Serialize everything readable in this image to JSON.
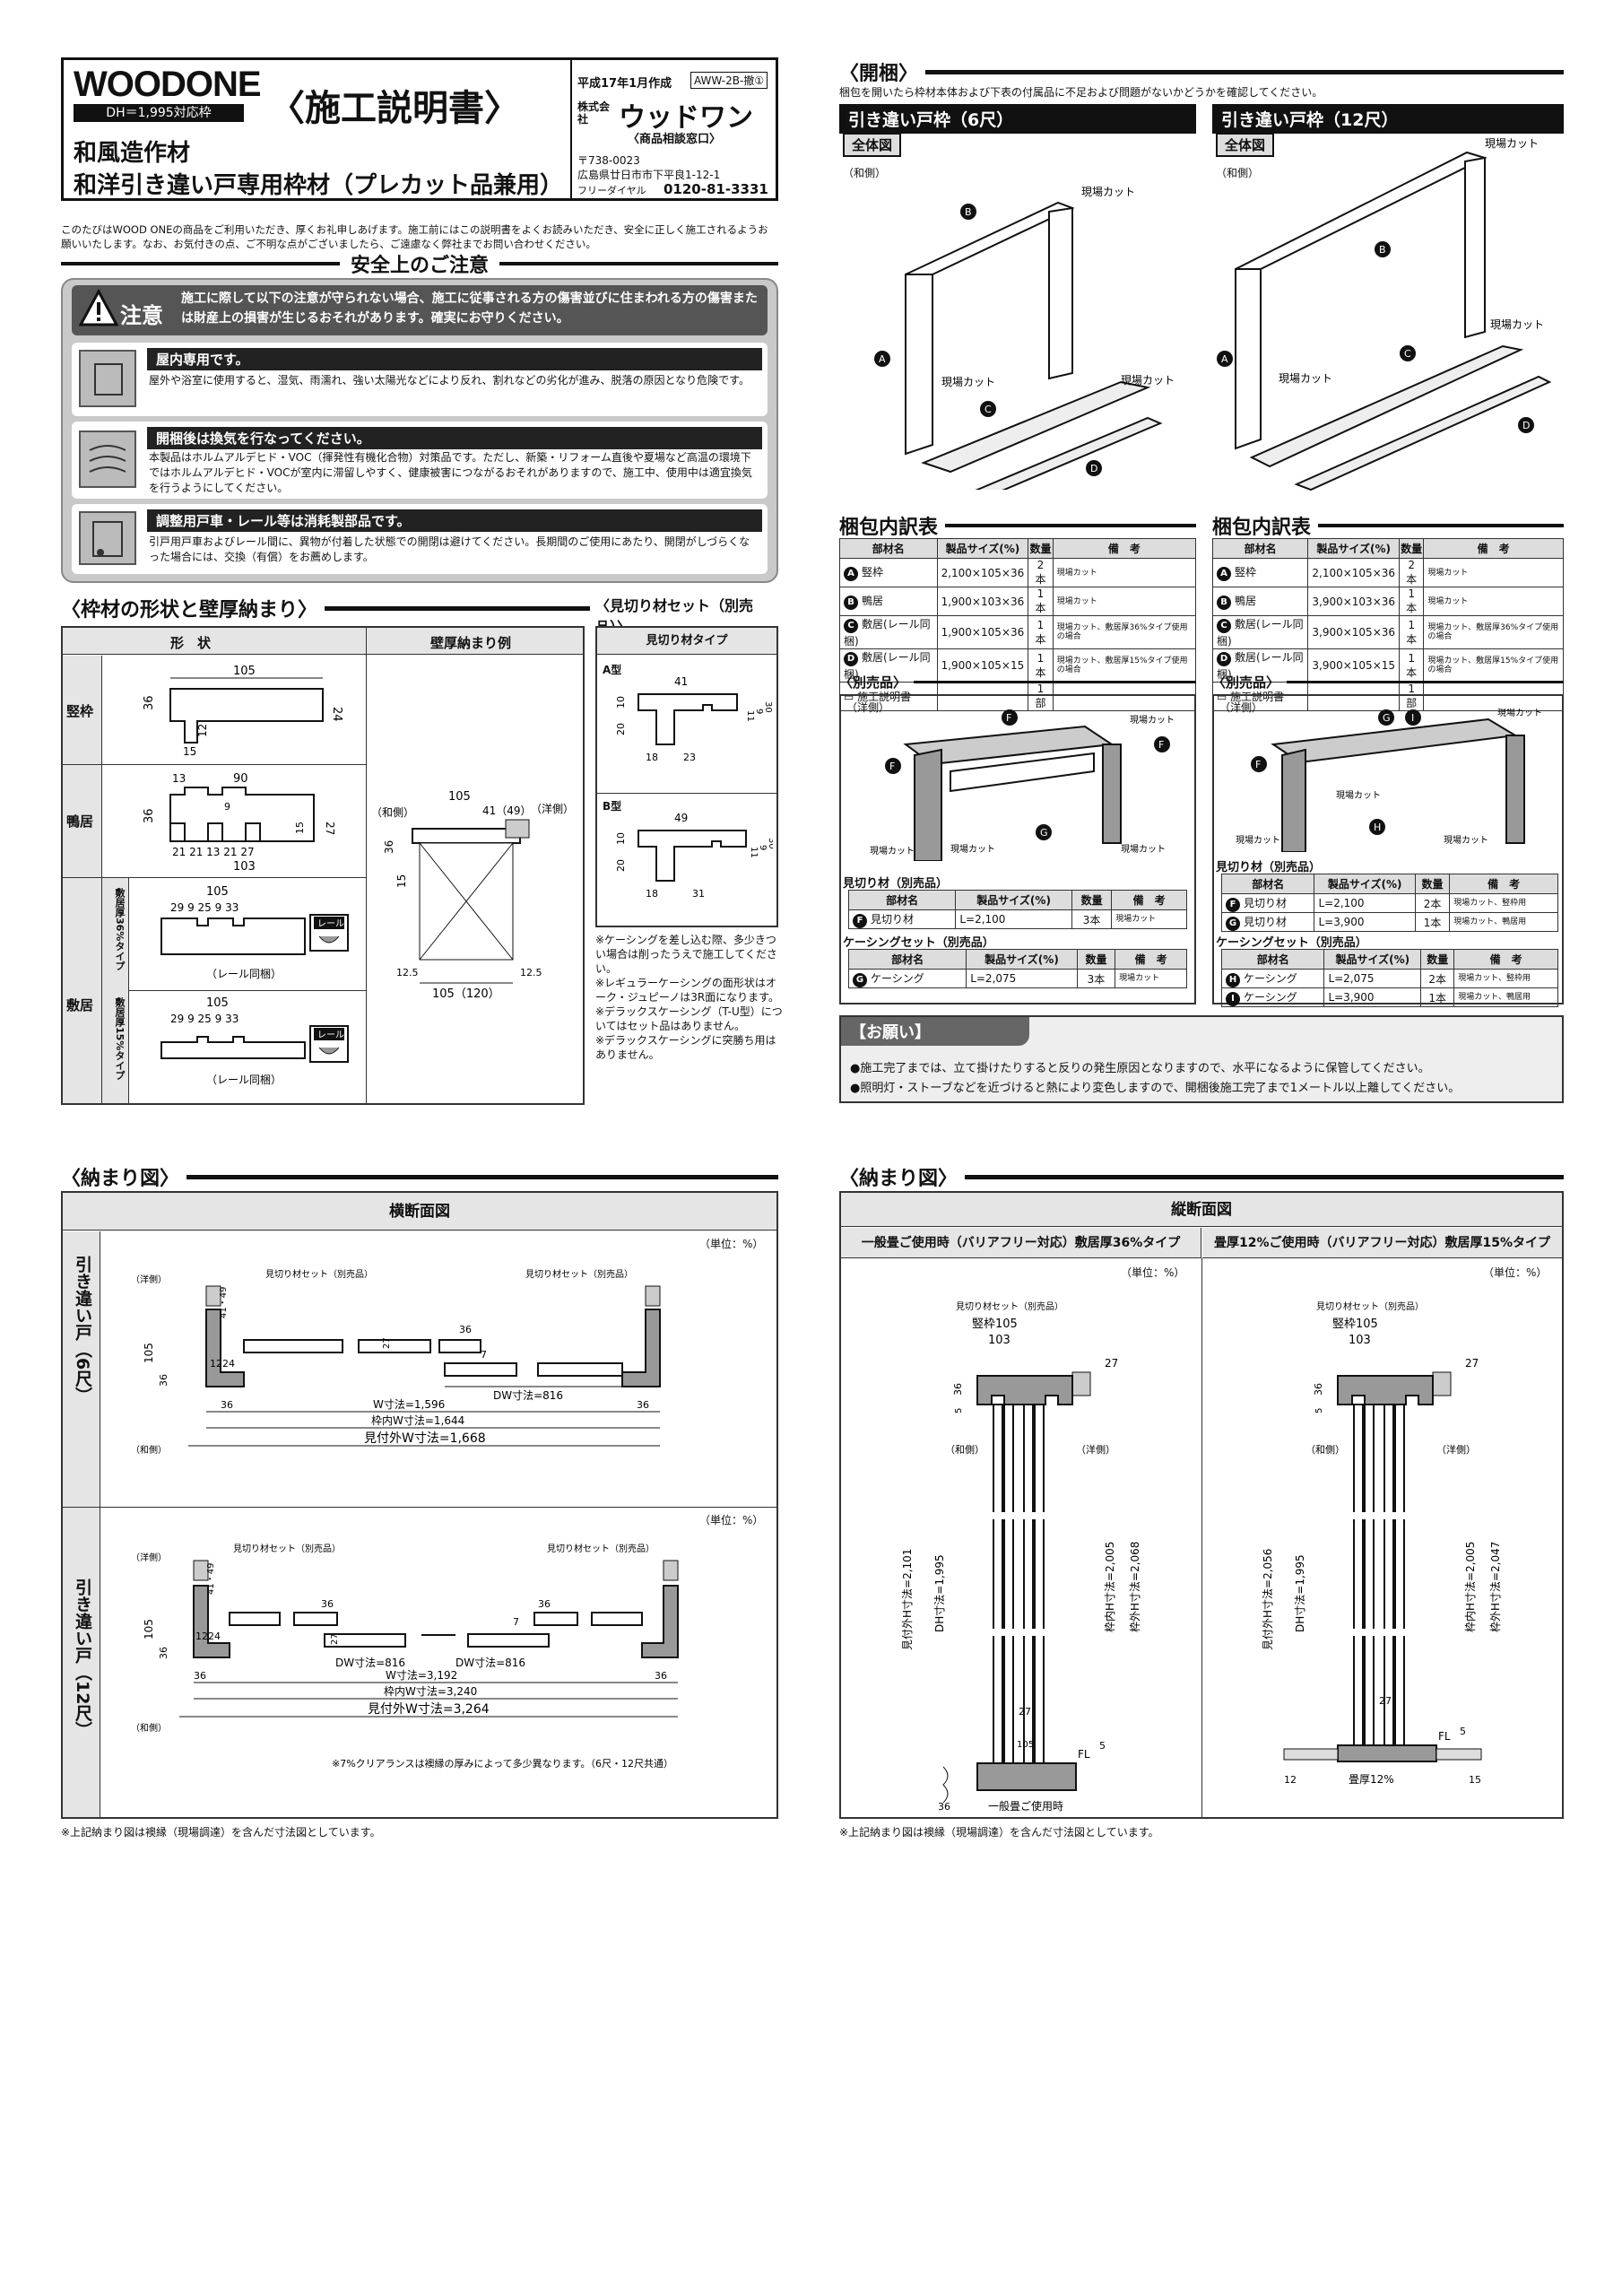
{
  "header": {
    "brand": "WOODONE",
    "brand_sub": "DH＝1,995対応枠",
    "doc_title": "〈施工説明書〉",
    "product_line1": "和風造作材",
    "product_line2": "和洋引き違い戸専用枠材（プレカット品兼用）",
    "date": "平成17年1月作成",
    "code": "AWW-2B-撤①",
    "company_prefix": "株式会社",
    "company": "ウッドワン",
    "contact_label": "〈商品相談窓口〉",
    "postal": "〒738-0023",
    "address": "広島県廿日市市下平良1-12-1",
    "freedial_label": "フリーダイヤル",
    "freedial": "0120-81-3331"
  },
  "intro": "このたびはWOOD ONEの商品をご利用いただき、厚くお礼申しあげます。施工前にはこの説明書をよくお読みいただき、安全に正しく施工されるようお願いいたします。なお、お気付きの点、ご不明な点がございましたら、ご遠慮なく弊社までお問い合わせください。",
  "safety": {
    "title": "安全上のご注意",
    "caution_label": "注意",
    "caution_text": "施工に際して以下の注意が守られない場合、施工に従事される方の傷害並びに住まわれる方の傷害または財産上の損害が生じるおそれがあります。確実にお守りください。",
    "items": [
      {
        "title": "屋内専用です。",
        "text": "屋外や浴室に使用すると、湿気、雨濡れ、強い太陽光などにより反れ、割れなどの劣化が進み、脱落の原因となり危険です。"
      },
      {
        "title": "開梱後は換気を行なってください。",
        "text": "本製品はホルムアルデヒド・VOC（揮発性有機化合物）対策品です。ただし、新築・リフォーム直後や夏場など高温の環境下ではホルムアルデヒド・VOCが室内に滞留しやすく、健康被害につながるおそれがありますので、施工中、使用中は適宜換気を行うようにしてください。"
      },
      {
        "title": "調整用戸車・レール等は消耗製部品です。",
        "text": "引戸用戸車およびレール間に、異物が付着した状態での開閉は避けてください。長期間のご使用にあたり、開閉がしづらくなった場合には、交換（有償）をお薦めします。"
      }
    ]
  },
  "shape": {
    "title": "〈枠材の形状と壁厚納まり〉",
    "col_shape": "形　状",
    "col_wall": "壁厚納まり例",
    "rows": [
      "竪枠",
      "鴨居",
      "敷居"
    ],
    "sill_types": [
      "敷居厚36%タイプ",
      "敷居厚15%タイプ"
    ],
    "rail_label": "（レール同梱）",
    "rail_badge": "レール",
    "dims": {
      "tate_w": "105",
      "tate_h": "36",
      "tate_24": "24",
      "tate_12": "12",
      "tate_15": "15",
      "kamoi_13": "13",
      "kamoi_90": "90",
      "kamoi_9": "9",
      "kamoi_36": "36",
      "kamoi_15": "15",
      "kamoi_27": "27",
      "kamoi_bottom": "21 21 13 21 27",
      "kamoi_103": "103",
      "sill36_105": "105",
      "sill36_seg": "29 9 25 9 33",
      "sill15_105": "105",
      "sill15_seg": "29 9 25 9 33",
      "wall_105": "105",
      "wall_41": "41（49）",
      "wall_36": "36",
      "wall_15": "15",
      "wall_125a": "12.5",
      "wall_125b": "12.5",
      "wall_bottom": "105（120）",
      "wall_wa": "（和側）",
      "wall_yo": "（洋側）"
    }
  },
  "mikiri": {
    "title": "〈見切り材セット（別売品）〉",
    "col": "見切り材タイプ",
    "typeA": "A型",
    "typeB": "B型",
    "a_41": "41",
    "a_10": "10",
    "a_20": "20",
    "a_18": "18",
    "a_23": "23",
    "a_11": "11",
    "a_9": "9",
    "a_30": "30",
    "b_49": "49",
    "b_10": "10",
    "b_20": "20",
    "b_18": "18",
    "b_31": "31",
    "b_11": "11",
    "b_9": "9",
    "b_30": "30",
    "notes": [
      "※ケーシングを差し込む際、多少きつい場合は削ったうえで施工してください。",
      "※レギュラーケーシングの面形状はオーク・ジュピーノは3R面になります。",
      "※デラックスケーシング（T-U型）についてはセット品はありません。",
      "※デラックスケーシングに突勝ち用はありません。"
    ]
  },
  "unpack": {
    "title": "〈開梱〉",
    "note": "梱包を開いたら枠材本体および下表の付属品に不足および問題がないかどうかを確認してください。",
    "six": {
      "title": "引き違い戸枠（6尺）",
      "overall": "全体図",
      "side": "（和側）",
      "cut": "現場カット"
    },
    "twelve": {
      "title": "引き違い戸枠（12尺）",
      "overall": "全体図",
      "side": "（和側）",
      "cut": "現場カット"
    }
  },
  "packing": {
    "title": "梱包内訳表",
    "headers": [
      "部材名",
      "製品サイズ(%)",
      "数量",
      "備　考"
    ],
    "six_rows": [
      [
        "A",
        "竪枠",
        "2,100×105×36",
        "2本",
        "現場カット"
      ],
      [
        "B",
        "鴨居",
        "1,900×103×36",
        "1本",
        "現場カット"
      ],
      [
        "C",
        "敷居(レール同梱)",
        "1,900×105×36",
        "1本",
        "現場カット、敷居厚36%タイプ使用の場合"
      ],
      [
        "D",
        "敷居(レール同梱)",
        "1,900×105×15",
        "1本",
        "現場カット、敷居厚15%タイプ使用の場合"
      ],
      [
        "",
        "施工説明書",
        "",
        "1部",
        ""
      ]
    ],
    "twelve_rows": [
      [
        "A",
        "竪枠",
        "2,100×105×36",
        "2本",
        "現場カット"
      ],
      [
        "B",
        "鴨居",
        "3,900×103×36",
        "1本",
        "現場カット"
      ],
      [
        "C",
        "敷居(レール同梱)",
        "3,900×105×36",
        "1本",
        "現場カット、敷居厚36%タイプ使用の場合"
      ],
      [
        "D",
        "敷居(レール同梱)",
        "3,900×105×15",
        "1本",
        "現場カット、敷居厚15%タイプ使用の場合"
      ],
      [
        "",
        "施工説明書",
        "",
        "1部",
        ""
      ]
    ]
  },
  "separate": {
    "title": "〈別売品〉",
    "side": "（洋側）",
    "cut": "現場カット",
    "mikiri_title": "見切り材（別売品）",
    "casing_title": "ケーシングセット（別売品）",
    "headers": [
      "部材名",
      "製品サイズ(%)",
      "数量",
      "備　考"
    ],
    "six_mikiri": [
      [
        "F",
        "見切り材",
        "L=2,100",
        "3本",
        "現場カット"
      ]
    ],
    "six_casing": [
      [
        "G",
        "ケーシング",
        "L=2,075",
        "3本",
        "現場カット"
      ]
    ],
    "twelve_mikiri": [
      [
        "F",
        "見切り材",
        "L=2,100",
        "2本",
        "現場カット、竪枠用"
      ],
      [
        "G",
        "見切り材",
        "L=3,900",
        "1本",
        "現場カット、鴨居用"
      ]
    ],
    "twelve_casing": [
      [
        "H",
        "ケーシング",
        "L=2,075",
        "2本",
        "現場カット、竪枠用"
      ],
      [
        "I",
        "ケーシング",
        "L=3,900",
        "1本",
        "現場カット、鴨居用"
      ]
    ]
  },
  "request": {
    "title": "【お願い】",
    "items": [
      "●施工完了までは、立て掛けたりすると反りの発生原因となりますので、水平になるように保管してください。",
      "●照明灯・ストーブなどを近づけると熱により変色しますので、開梱後施工完了まで1メートル以上離してください。"
    ]
  },
  "fit_left": {
    "title": "〈納まり図〉",
    "section": "横断面図",
    "unit": "（単位：%）",
    "rowA": "引き違い戸（6尺）",
    "rowB": "引き違い戸（12尺）",
    "yo": "（洋側）",
    "wa": "（和側）",
    "mikiri": "見切り材セット（別売品）",
    "a": {
      "dw": "DW寸法=816",
      "inner": "枠内W寸法=1,644",
      "w": "W寸法=1,596",
      "outer": "見付外W寸法=1,668",
      "d36": "36",
      "d105": "105",
      "d12": "12",
      "d24": "24",
      "d27": "27",
      "d7": "7",
      "d4149": "41・49"
    },
    "b": {
      "dw1": "DW寸法=816",
      "dw2": "DW寸法=816",
      "inner": "枠内W寸法=3,240",
      "w": "W寸法=3,192",
      "outer": "見付外W寸法=3,264",
      "d36": "36",
      "d105": "105",
      "d12": "12",
      "d24": "24",
      "d27": "27",
      "d7": "7",
      "d4149": "41・49"
    },
    "clearance": "※7%クリアランスは襖縁の厚みによって多少異なります。（6尺・12尺共通）",
    "footnote": "※上記納まり図は襖縁（現場調達）を含んだ寸法図としています。"
  },
  "fit_right": {
    "title": "〈納まり図〉",
    "section": "縦断面図",
    "left_title": "一般畳ご使用時（バリアフリー対応）敷居厚36%タイプ",
    "right_title": "畳厚12%ご使用時（バリアフリー対応）敷居厚15%タイプ",
    "unit": "（単位：%）",
    "mikiri": "見切り材セット（別売品）",
    "wa": "（和側）",
    "yo": "（洋側）",
    "L": {
      "tate": "竪枠105",
      "d103": "103",
      "d36": "36",
      "d5": "5",
      "d27": "27",
      "mitsuke": "見付外H寸法=2,101",
      "dh": "DH寸法=1,995",
      "inner": "枠内H寸法=2,005",
      "outer": "枠外H寸法=2,068",
      "d27b": "27",
      "d105": "105",
      "fl": "FL",
      "d5b": "5",
      "d36b": "36",
      "tatami": "一般畳ご使用時"
    },
    "R": {
      "tate": "竪枠105",
      "d103": "103",
      "d36": "36",
      "d5": "5",
      "d27": "27",
      "mitsuke": "見付外H寸法=2,056",
      "dh": "DH寸法=1,995",
      "inner": "枠内H寸法=2,005",
      "outer": "枠外H寸法=2,047",
      "d27b": "27",
      "fl": "FL",
      "d5b": "5",
      "d12": "12",
      "tatami": "畳厚12%",
      "d15": "15"
    },
    "footnote": "※上記納まり図は襖縁（現場調達）を含んだ寸法図としています。"
  }
}
